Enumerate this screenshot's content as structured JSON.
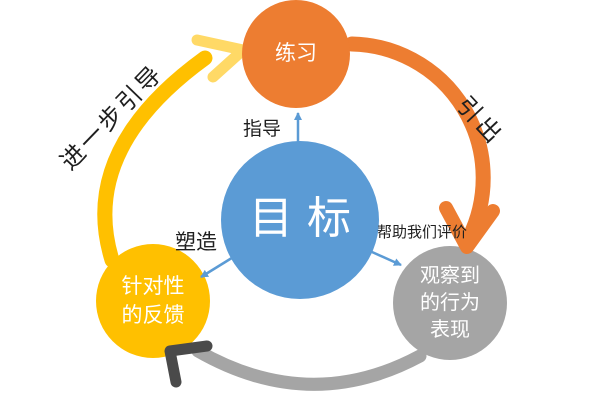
{
  "diagram": {
    "background": "#FFFFFF",
    "nodes": {
      "goal": {
        "label": "目标",
        "color": "#5B9BD5"
      },
      "practice": {
        "label": "练习",
        "color": "#ED7D31"
      },
      "feedback": {
        "label": "针对性\n的反馈",
        "color": "#FFC000"
      },
      "observed": {
        "label": "观察到\n的行为\n表现",
        "color": "#A5A5A5"
      }
    },
    "edges": {
      "guide": "指导",
      "shape": "塑造",
      "evaluate": "帮助我们评价",
      "further_guide": "进一步引导",
      "elicit": "引出"
    },
    "arrows": {
      "further_guide": {
        "arc": "#FFC000",
        "head": "#FFD966"
      },
      "elicit": {
        "color": "#ED7D31"
      },
      "observe": {
        "arc": "#A5A5A5",
        "head": "#4A4A4A"
      },
      "inner": {
        "color": "#5B9BD5"
      }
    }
  }
}
